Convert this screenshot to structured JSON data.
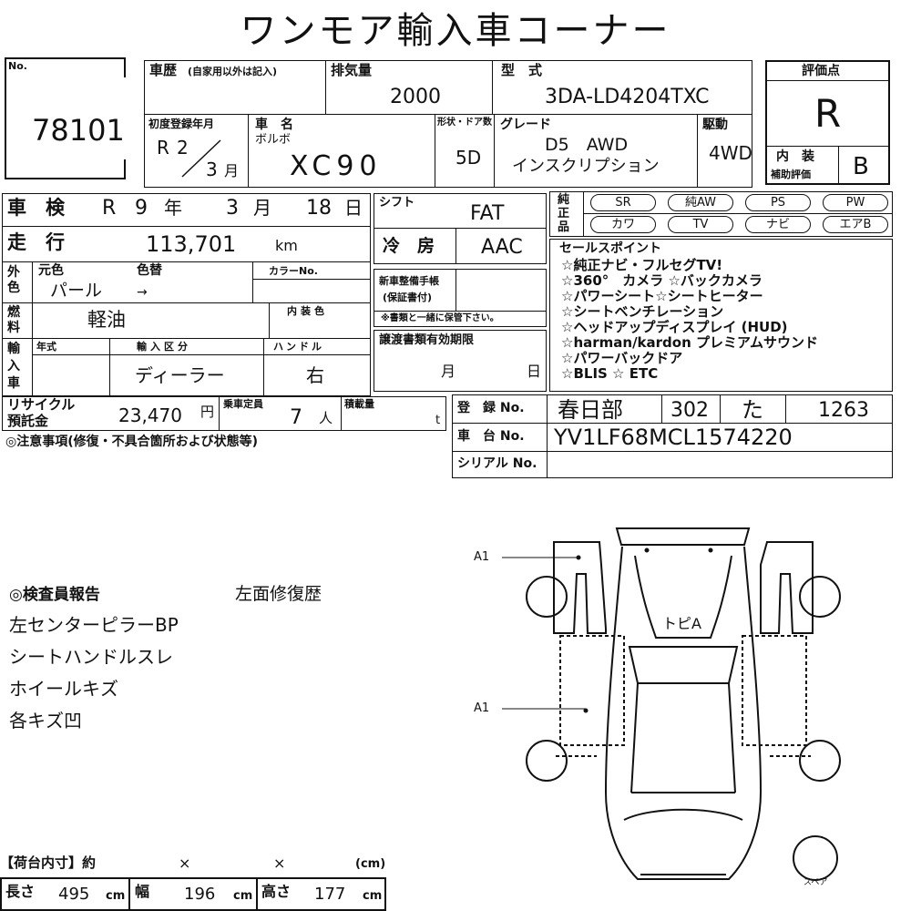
{
  "title": "ワンモア輸入車コーナー",
  "header": {
    "no_label": "No.",
    "no_value": "78101",
    "history_label": "車歴",
    "history_note": "(自家用以外は記入)",
    "displacement_label": "排気量",
    "displacement_value": "2000",
    "model_label": "型　式",
    "model_value": "3DA-LD4204TXC",
    "first_reg_label": "初度登録年月",
    "first_reg_era": "R",
    "first_reg_year": "2",
    "first_reg_month": "3",
    "first_reg_month_unit": "月",
    "car_name_label": "車　名",
    "maker": "ボルボ",
    "car_name": "XC90",
    "doors_label": "形状・ドア数",
    "doors_value": "5D",
    "grade_label": "グレード",
    "grade_line1": "D5　AWD",
    "grade_line2": "インスクリプション",
    "drive_label": "駆動",
    "drive_value": "4WD",
    "rating_label": "評価点",
    "rating_value": "R",
    "interior_label_1": "内　装",
    "interior_label_2": "補助評価",
    "interior_value": "B"
  },
  "details": {
    "inspection_label": "車　検",
    "inspection_era": "R",
    "inspection_year": "9",
    "inspection_year_unit": "年",
    "inspection_month": "3",
    "inspection_month_unit": "月",
    "inspection_day": "18",
    "inspection_day_unit": "日",
    "shift_label": "シフト",
    "shift_value": "FAT",
    "mileage_label": "走　行",
    "mileage_value": "113,701",
    "mileage_unit": "km",
    "ac_label": "冷　房",
    "ac_value": "AAC",
    "color_side_label": "外色",
    "color_orig_label": "元色",
    "color_change_label": "色替",
    "color_no_label": "カラーNo.",
    "color_value": "パール",
    "color_arrow": "→",
    "fuel_side_label": "燃料",
    "fuel_value": "軽油",
    "interior_color_label": "内装色",
    "import_side_label": "輸入車",
    "year_type_label": "年式",
    "import_type_label": "輸入区分",
    "import_type_value": "ディーラー",
    "handle_label": "ハンドル",
    "handle_value": "右",
    "manual_label_1": "新車整備手帳",
    "manual_label_2": "(保証書付)",
    "manual_note": "※書類と一緒に保管下さい。",
    "transfer_label": "譲渡書類有効期限",
    "transfer_month": "月",
    "transfer_day": "日",
    "recycle_label_1": "リサイクル",
    "recycle_label_2": "預託金",
    "recycle_value": "23,470",
    "recycle_unit": "円",
    "capacity_label": "乗車定員",
    "capacity_value": "7",
    "capacity_unit": "人",
    "load_label": "積載量",
    "load_unit": "t",
    "notes_label": "◎注意事項(修復・不具合箇所および状態等)"
  },
  "equipment": {
    "side_label": "純正品",
    "items": [
      "SR",
      "純AW",
      "PS",
      "PW",
      "カワ",
      "TV",
      "ナビ",
      "エアB"
    ],
    "circled": [
      false,
      true,
      false,
      false,
      false,
      false,
      false,
      false
    ]
  },
  "sales": {
    "label": "セールスポイント",
    "points": [
      "☆純正ナビ・フルセグTV!",
      "☆360°　カメラ ☆バックカメラ",
      "☆パワーシート☆シートヒーター",
      "☆シートベンチレーション",
      "☆ヘッドアップディスプレイ (HUD)",
      "☆harman/kardon プレミアムサウンド",
      "☆パワーバックドア",
      "☆BLIS ☆ ETC"
    ]
  },
  "registration": {
    "reg_label": "登　録 No.",
    "reg_place": "春日部",
    "reg_class": "302",
    "reg_kana": "た",
    "reg_number": "1263",
    "chassis_label": "車　台 No.",
    "chassis_value": "YV1LF68MCL1574220",
    "serial_label": "シリアル No."
  },
  "inspector": {
    "label": "◎検査員報告",
    "note_top": "左面修復歴",
    "lines": [
      "左センターピラーBP",
      "シートハンドルスレ",
      "ホイールキズ",
      "各キズ凹"
    ]
  },
  "diagram": {
    "label_a1_top": "A1",
    "label_a1_mid": "A1",
    "roof_label": "トピA",
    "spare_label": "スペア"
  },
  "cargo": {
    "label": "【荷台内寸】約",
    "x1": "×",
    "x2": "×",
    "unit": "(cm)",
    "length_label": "長さ",
    "length_value": "495",
    "width_label": "幅",
    "width_value": "196",
    "height_label": "高さ",
    "height_value": "177",
    "cm": "cm"
  }
}
